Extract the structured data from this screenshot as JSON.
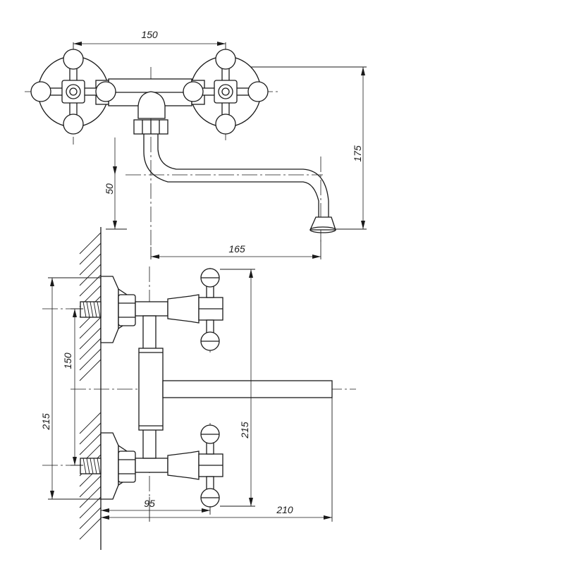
{
  "dimensions": {
    "top_width": "150",
    "top_height": "175",
    "top_drop": "50",
    "top_reach": "165",
    "side_spacing": "150",
    "side_outer_left": "215",
    "side_outer_right": "215",
    "side_handle_offset": "95",
    "side_spout_reach": "210"
  }
}
